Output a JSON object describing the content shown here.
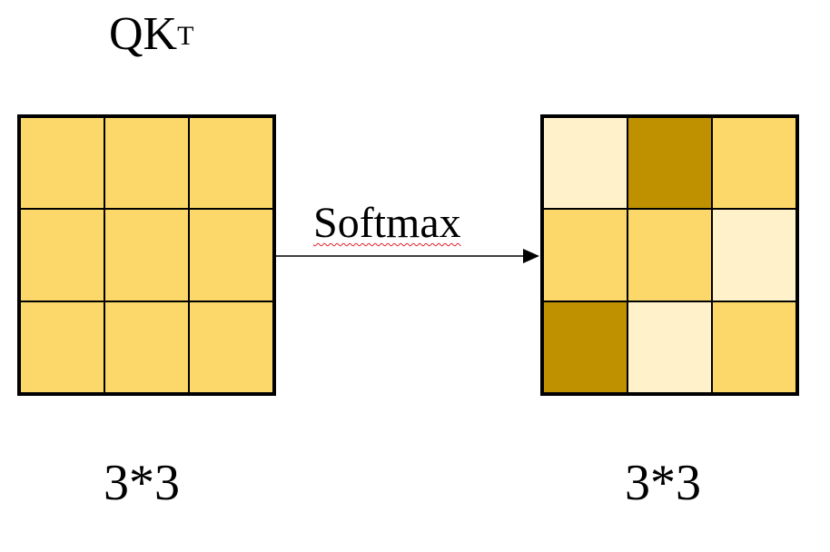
{
  "title": {
    "base": "QK",
    "superscript": "T"
  },
  "operation": {
    "label": "Softmax"
  },
  "input_matrix": {
    "dimension_label": "3*3",
    "cell_colors": [
      [
        "#fcd769",
        "#fcd769",
        "#fcd769"
      ],
      [
        "#fcd769",
        "#fcd769",
        "#fcd769"
      ],
      [
        "#fcd769",
        "#fcd769",
        "#fcd769"
      ]
    ]
  },
  "output_matrix": {
    "dimension_label": "3*3",
    "cell_colors": [
      [
        "#fff2cb",
        "#bf9000",
        "#fcd769"
      ],
      [
        "#fcd769",
        "#fcd769",
        "#fff2cb"
      ],
      [
        "#bf9000",
        "#fff2cb",
        "#fcd769"
      ]
    ]
  },
  "colors": {
    "border": "#000000",
    "arrow": "#000000",
    "spellcheck_underline": "#e0202a"
  }
}
